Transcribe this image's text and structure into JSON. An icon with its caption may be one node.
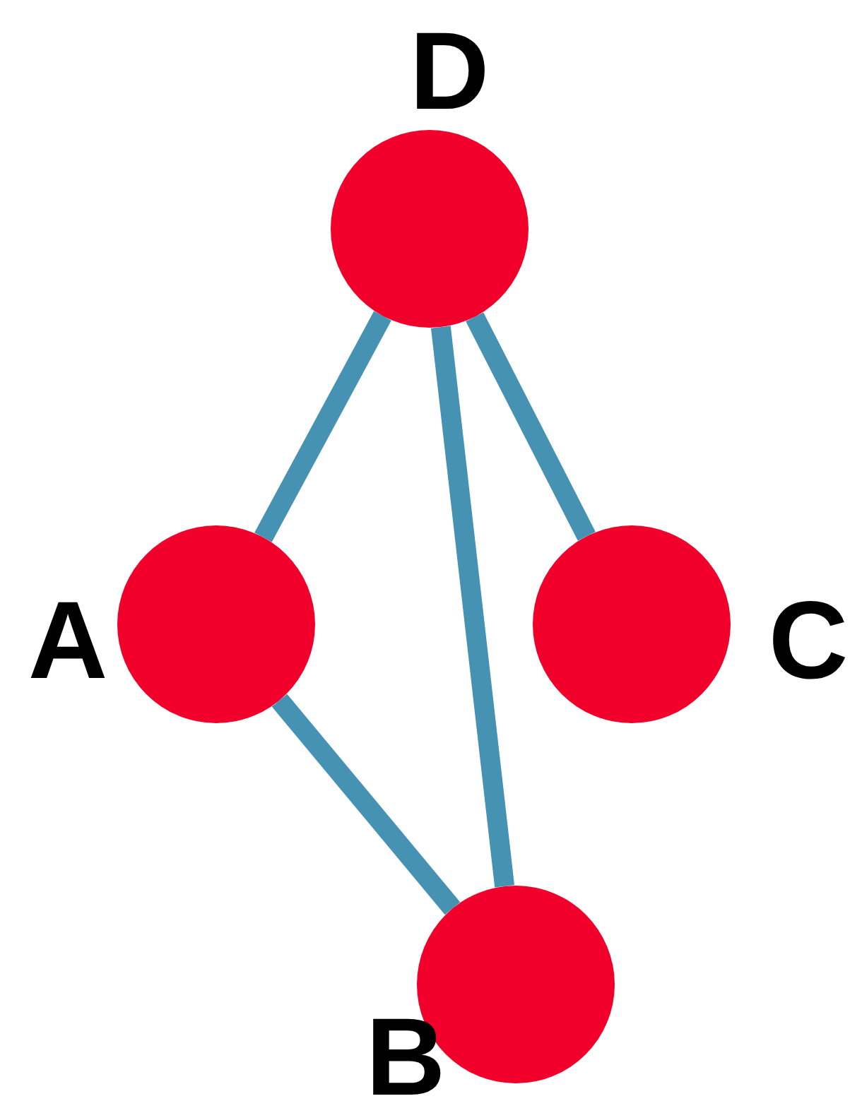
{
  "diagram": {
    "nodes": [
      {
        "text": [
          "D"
        ]
      },
      {
        "text": [
          "A"
        ]
      },
      {
        "text": [
          "C"
        ]
      },
      {
        "text": [
          "B"
        ]
      }
    ],
    "edges": [
      {
        "from": 0,
        "to": 1,
        "arrow": "none"
      },
      {
        "from": 0,
        "to": 3,
        "arrow": "none"
      },
      {
        "from": 0,
        "to": 2,
        "arrow": "none"
      },
      {
        "from": 1,
        "to": 3,
        "arrow": "none"
      }
    ]
  }
}
